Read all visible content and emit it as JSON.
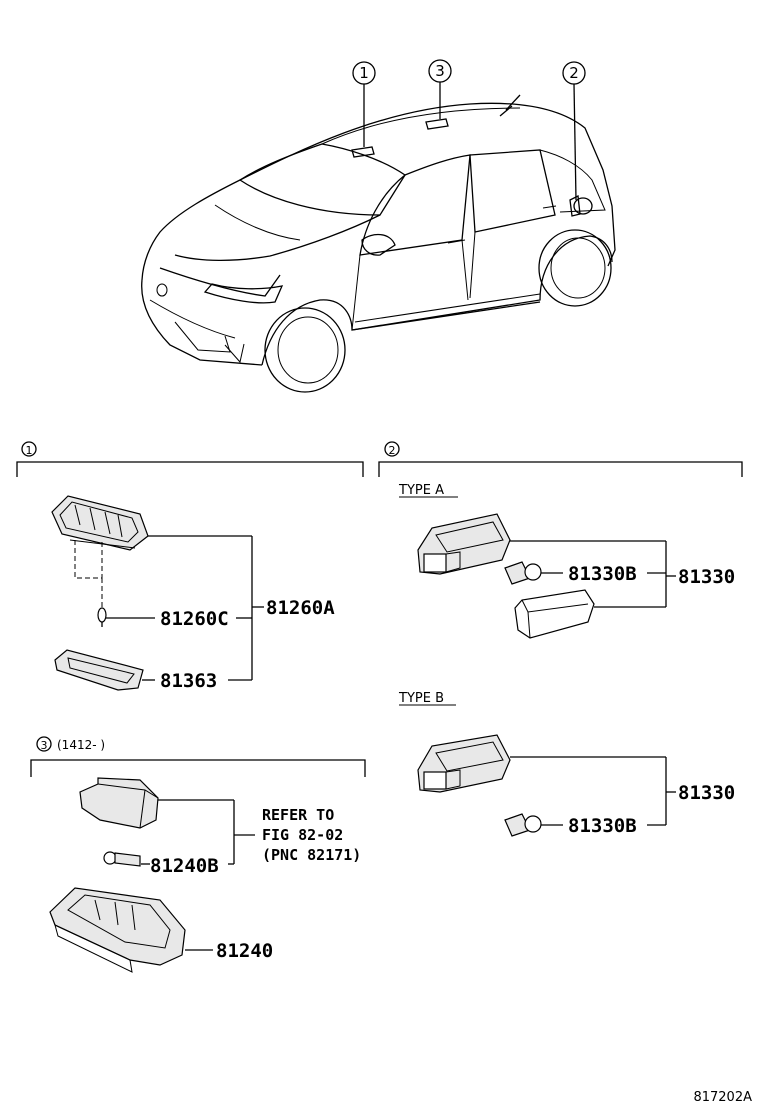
{
  "callouts": {
    "c1": "1",
    "c2": "2",
    "c3": "3"
  },
  "section1": {
    "title": "1",
    "parts": {
      "assembly": "81260A",
      "bulb": "81260C",
      "lens": "81363"
    }
  },
  "section2": {
    "title": "2",
    "type_a": {
      "label": "TYPE A",
      "assembly": "81330",
      "bulb": "81330B"
    },
    "type_b": {
      "label": "TYPE B",
      "assembly": "81330",
      "bulb": "81330B"
    }
  },
  "section3": {
    "title": "3",
    "date_range": "(1412-      )",
    "parts": {
      "bulb": "81240B",
      "housing": "81240"
    },
    "note": {
      "line1": "REFER TO",
      "line2": "FIG 82-02",
      "line3": "(PNC 82171)"
    }
  },
  "figure_id": "817202A"
}
